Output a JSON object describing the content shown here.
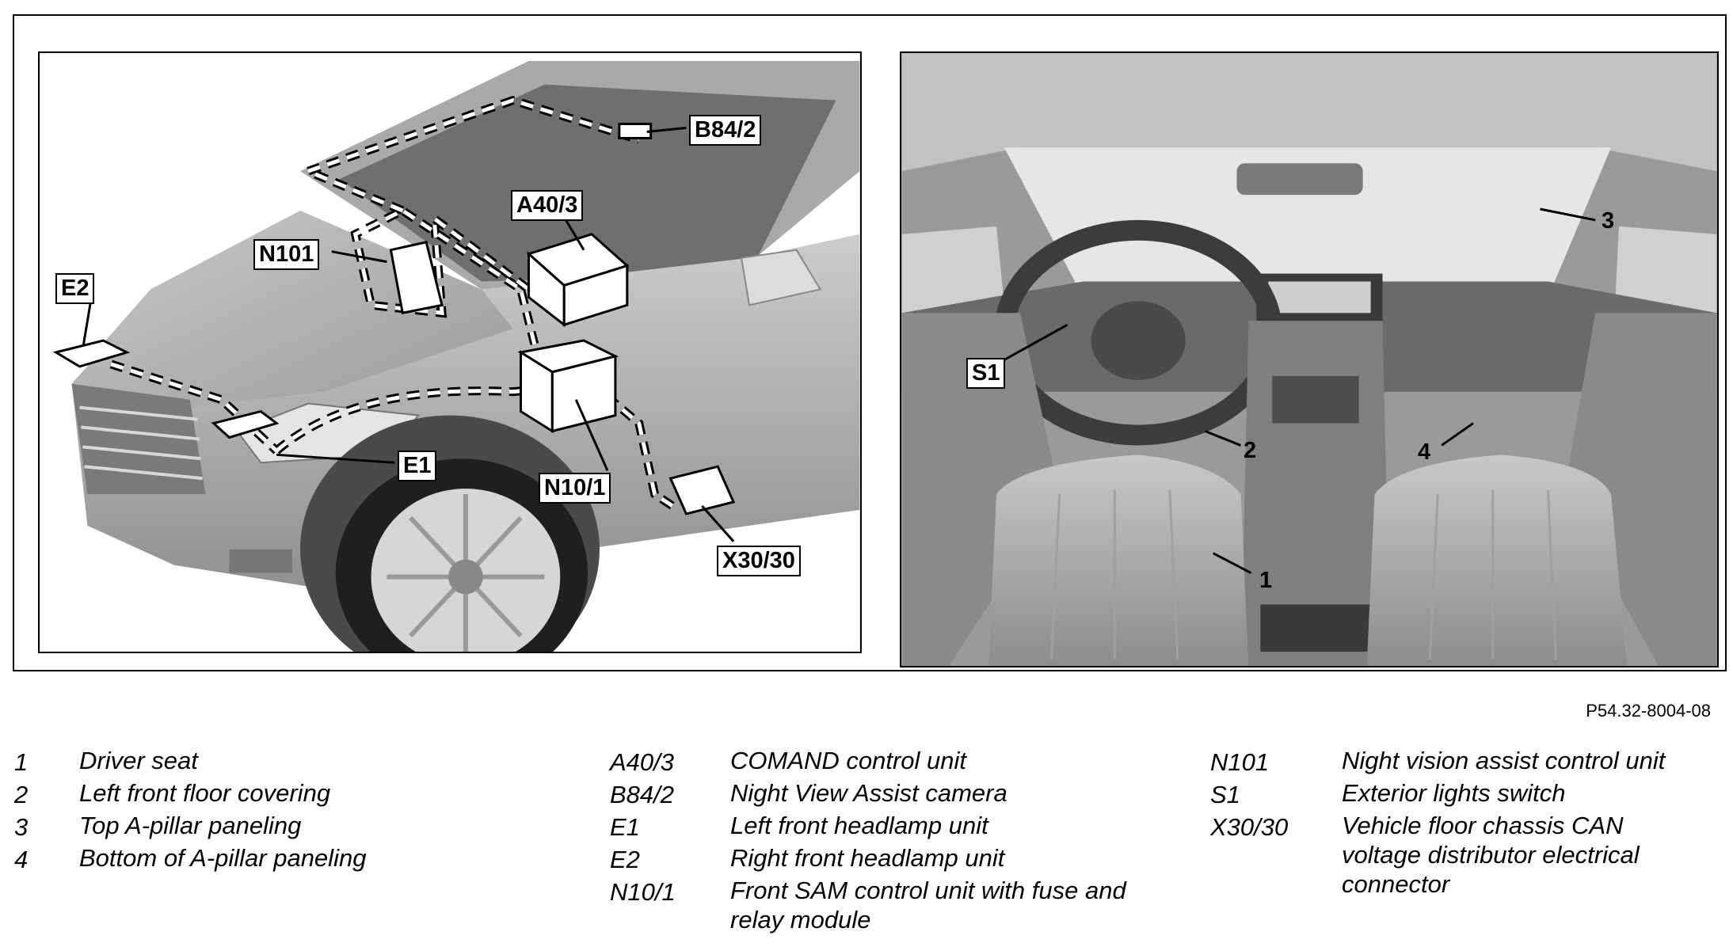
{
  "figure_code": "P54.32-8004-08",
  "left_view": {
    "labels": {
      "b84_2": "B84/2",
      "a40_3": "A40/3",
      "n101": "N101",
      "e2": "E2",
      "e1": "E1",
      "n10_1": "N10/1",
      "x30_30": "X30/30"
    }
  },
  "right_view": {
    "labels": {
      "s1": "S1",
      "n1": "1",
      "n2": "2",
      "n3": "3",
      "n4": "4"
    }
  },
  "legend": {
    "col1": [
      {
        "key": "1",
        "text": "Driver seat"
      },
      {
        "key": "2",
        "text": "Left front floor covering"
      },
      {
        "key": "3",
        "text": "Top A-pillar paneling"
      },
      {
        "key": "4",
        "text": "Bottom of A-pillar paneling"
      }
    ],
    "col2": [
      {
        "key": "A40/3",
        "text": "COMAND control unit"
      },
      {
        "key": "B84/2",
        "text": "Night View Assist camera"
      },
      {
        "key": "E1",
        "text": "Left front headlamp unit"
      },
      {
        "key": "E2",
        "text": "Right front headlamp unit"
      },
      {
        "key": "N10/1",
        "text": "Front SAM control unit with fuse and relay module"
      }
    ],
    "col3": [
      {
        "key": "N101",
        "text": "Night vision assist control unit"
      },
      {
        "key": "S1",
        "text": "Exterior lights switch"
      },
      {
        "key": "X30/30",
        "text": "Vehicle floor chassis CAN voltage distributor electrical connector"
      }
    ]
  },
  "colors": {
    "border": "#000000",
    "car_body": "#b9b9b9",
    "interior": "#a8a8a8",
    "component": "#ffffff"
  }
}
